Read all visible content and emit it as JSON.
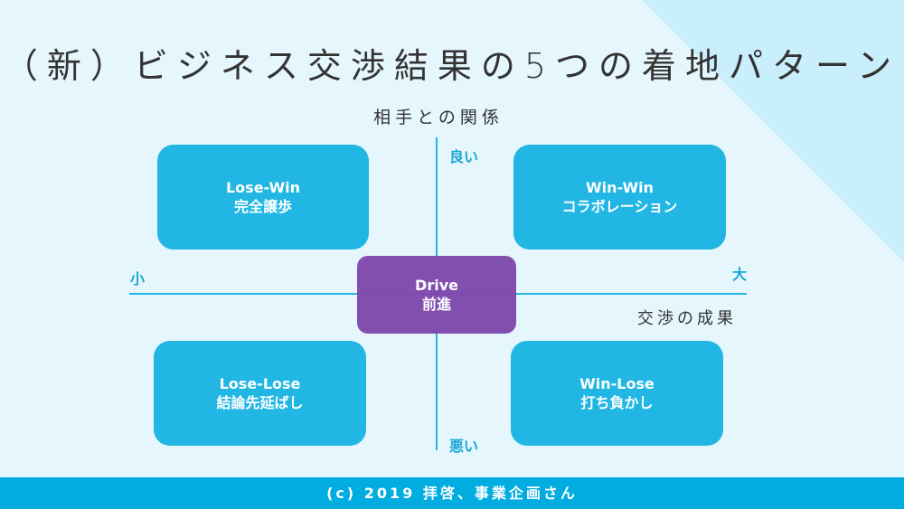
{
  "title": "（新）ビジネス交渉結果の5つの着地パターン",
  "y_axis": {
    "label": "相手との関係",
    "top": "良い",
    "bottom": "悪い"
  },
  "x_axis": {
    "label": "交渉の成果",
    "left": "小",
    "right": "大"
  },
  "quadrants": [
    {
      "title": "Lose-Win",
      "subtitle": "完全譲歩"
    },
    {
      "title": "Win-Win",
      "subtitle": "コラボレーション"
    },
    {
      "title": "Lose-Lose",
      "subtitle": "結論先延ばし"
    },
    {
      "title": "Win-Lose",
      "subtitle": "打ち負かし"
    }
  ],
  "center": {
    "title": "Drive",
    "subtitle": "前進"
  },
  "footer": "(c) 2019 拝啓、事業企画さん",
  "colors": {
    "background": "#e5f6fd",
    "accent": "#21b6e3",
    "center": "#7f4aad",
    "footer": "#00ace0"
  }
}
